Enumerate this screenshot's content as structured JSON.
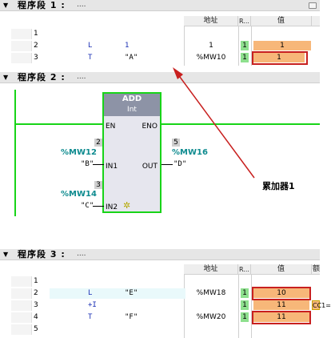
{
  "networks": [
    {
      "title": "程序段 1 :",
      "dots": "...."
    },
    {
      "title": "程序段 2 :",
      "dots": "...."
    },
    {
      "title": "程序段 3 :",
      "dots": "...."
    }
  ],
  "columns": {
    "address": "地址",
    "r": "R...",
    "value": "值",
    "extra": "额"
  },
  "net1": {
    "lines": [
      {
        "num": "1",
        "op": "",
        "arg": "",
        "addr": "",
        "r": "",
        "val": ""
      },
      {
        "num": "2",
        "op": "L",
        "arg": "1",
        "addr": "1",
        "r": "1",
        "val": "1"
      },
      {
        "num": "3",
        "op": "T",
        "arg": "\"A\"",
        "addr": "%MW10",
        "r": "1",
        "val": "1"
      }
    ]
  },
  "net2": {
    "block_name": "ADD",
    "block_type": "Int",
    "pins": {
      "en": "EN",
      "eno": "ENO",
      "in1": "IN1",
      "in2": "IN2",
      "out": "OUT"
    },
    "in1": {
      "num": "2",
      "addr": "%MW12",
      "tag": "\"B\""
    },
    "in2": {
      "num": "3",
      "addr": "%MW14",
      "tag": "\"C\""
    },
    "out": {
      "num": "5",
      "addr": "%MW16",
      "tag": "\"D\""
    },
    "star_glyph": "✲"
  },
  "annotation": "累加器1",
  "net3": {
    "lines": [
      {
        "num": "1",
        "op": "",
        "arg": "",
        "addr": "",
        "r": "",
        "val": "",
        "extra": ""
      },
      {
        "num": "2",
        "op": "L",
        "arg": "\"E\"",
        "addr": "%MW18",
        "r": "1",
        "val": "10",
        "extra": ""
      },
      {
        "num": "3",
        "op": "+I",
        "arg": "",
        "addr": "",
        "r": "1",
        "val": "11",
        "extra": "CC1="
      },
      {
        "num": "4",
        "op": "T",
        "arg": "\"F\"",
        "addr": "%MW20",
        "r": "1",
        "val": "11",
        "extra": ""
      },
      {
        "num": "5",
        "op": "",
        "arg": "",
        "addr": "",
        "r": "",
        "val": "",
        "extra": ""
      }
    ]
  },
  "colors": {
    "rail": "#18d418",
    "highlight": "#c8201f",
    "value_bg": "#f7b779",
    "rlo_bg": "#8ee08e",
    "var_teal": "#0e8b8f",
    "keyword": "#1a2fb4"
  }
}
